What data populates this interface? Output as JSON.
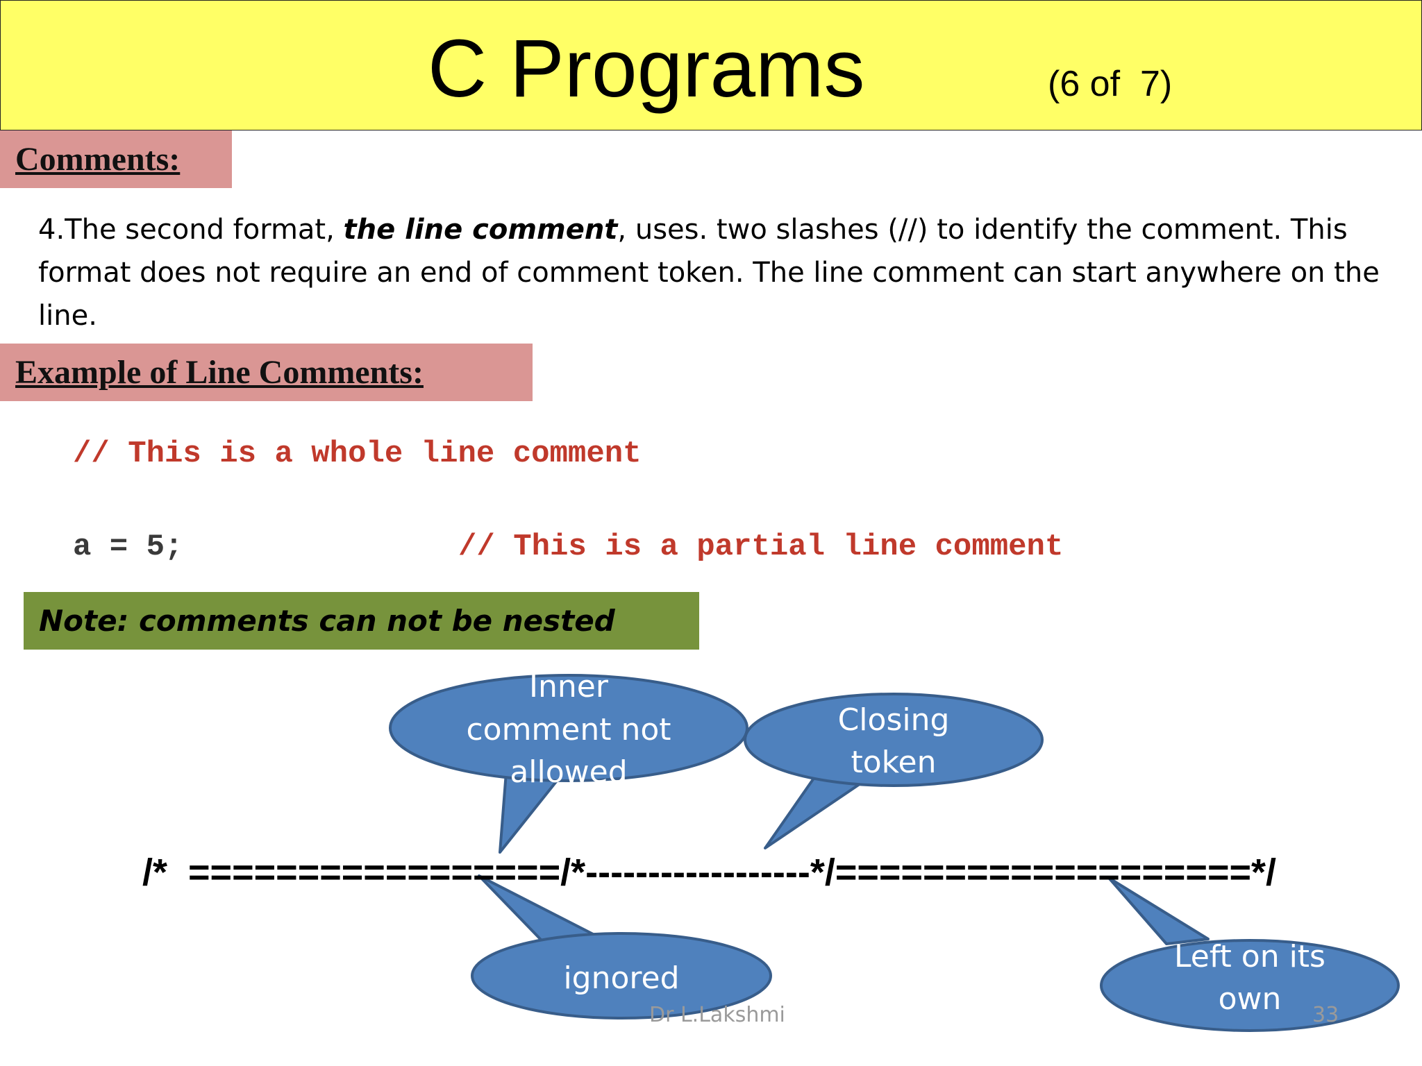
{
  "slide": {
    "title": "C Programs",
    "counter": "(6 of  7)",
    "section_comments": "Comments:",
    "paragraph": {
      "prefix": "4.The second format, ",
      "emphasis": "the line comment",
      "suffix": ", uses. two slashes (//) to identify the comment. This format does not require an end of comment token. The line comment can start anywhere on the line."
    },
    "section_example": "Example of Line Comments:",
    "code": {
      "line1": "// This is a whole line comment",
      "line2_stmt": "a = 5;",
      "line2_comment": "// This is a partial line comment"
    },
    "note": "Note: comments can not be nested",
    "nested_example": "/*  =================/*------------------*/===================*/",
    "callouts": {
      "inner_line1": "Inner",
      "inner_line2": "comment not",
      "inner_line3": "allowed",
      "closing_line1": "Closing",
      "closing_line2": "token",
      "ignored": "ignored",
      "left_line1": "Left on its",
      "left_line2": "own"
    },
    "footer": {
      "author": "Dr L.Lakshmi",
      "page": "33"
    },
    "colors": {
      "title_bg": "#ffff66",
      "section_bg": "#da9694",
      "note_bg": "#77933c",
      "callout_fill": "#4f81bd",
      "callout_stroke": "#385d8a",
      "code_comment": "#c0392b"
    }
  }
}
